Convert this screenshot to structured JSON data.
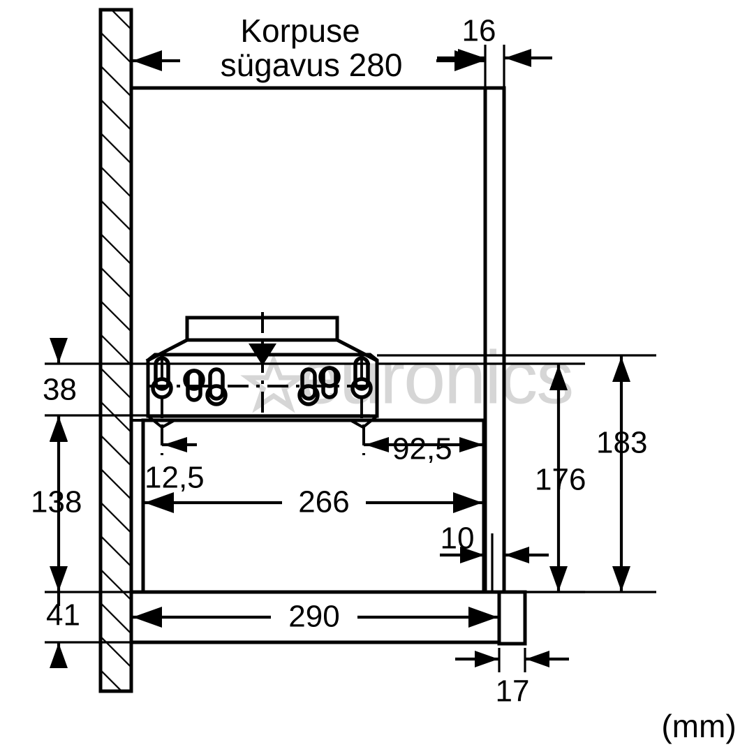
{
  "drawing": {
    "type": "technical-dimension-drawing",
    "subject": "built-in telescopic cooker hood, side section view",
    "unit_note": "(mm)",
    "note_line_1": "Korpuse",
    "note_line_2": "sügavus 280",
    "watermark": "euronics",
    "stroke_color": "#000000",
    "background_color": "#ffffff",
    "watermark_color": "#d6d6d6"
  },
  "dimensions": {
    "cabinet_depth": "280",
    "front_panel_thickness": "16",
    "top_offset": "38",
    "body_height": "138",
    "lower_front_height": "41",
    "front_inset": "12,5",
    "rear_slot_offset": "92,5",
    "inner_width": "266",
    "panel_gap": "10",
    "total_depth": "290",
    "handle_depth": "17",
    "mid_height": "176",
    "overall_height": "183"
  },
  "labels": [
    {
      "id": "d16",
      "value": "16"
    },
    {
      "id": "d38",
      "value": "38"
    },
    {
      "id": "d138",
      "value": "138"
    },
    {
      "id": "d41",
      "value": "41"
    },
    {
      "id": "d125",
      "value": "12,5"
    },
    {
      "id": "d925",
      "value": "92,5"
    },
    {
      "id": "d266",
      "value": "266"
    },
    {
      "id": "d10",
      "value": "10"
    },
    {
      "id": "d290",
      "value": "290"
    },
    {
      "id": "d17",
      "value": "17"
    },
    {
      "id": "d176",
      "value": "176"
    },
    {
      "id": "d183",
      "value": "183"
    }
  ]
}
